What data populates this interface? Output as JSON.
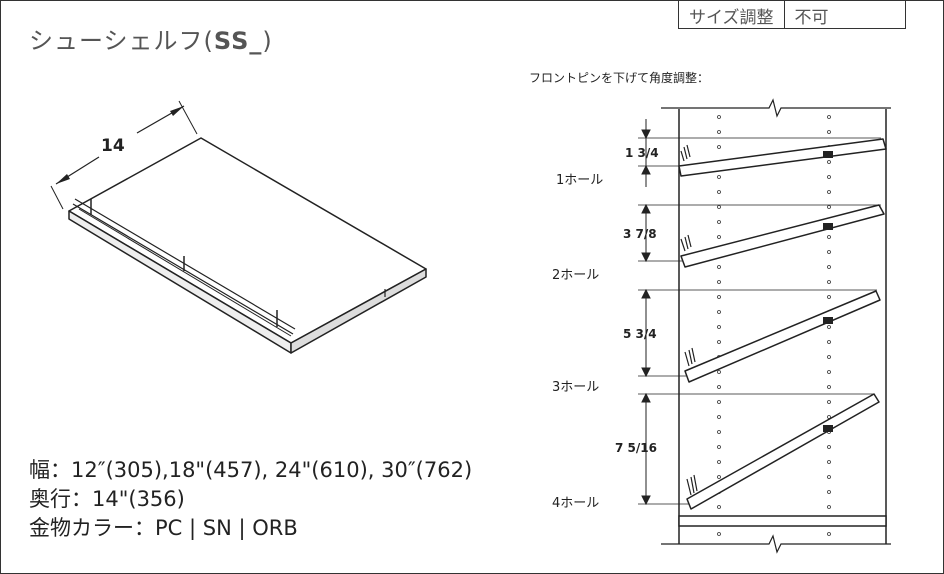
{
  "title": {
    "name": "シューシェルフ(",
    "code": "SS_",
    "close": ")"
  },
  "adjustment": {
    "label": "サイズ調整",
    "value": "不可"
  },
  "angle_title": "フロントピンを下げて角度調整：",
  "illustration": {
    "depth_label": "14"
  },
  "holes": [
    {
      "label": "1ホール",
      "dim": "1 3/4"
    },
    {
      "label": "2ホール",
      "dim": "3 7/8"
    },
    {
      "label": "3ホール",
      "dim": "5 3/4"
    },
    {
      "label": "4ホール",
      "dim": "7 5/16"
    }
  ],
  "specs": {
    "width": "幅：12″(305),18\"(457), 24\"(610), 30″(762)",
    "depth": "奥行：14\"(356)",
    "finish": "金物カラー：PC | SN | ORB"
  }
}
